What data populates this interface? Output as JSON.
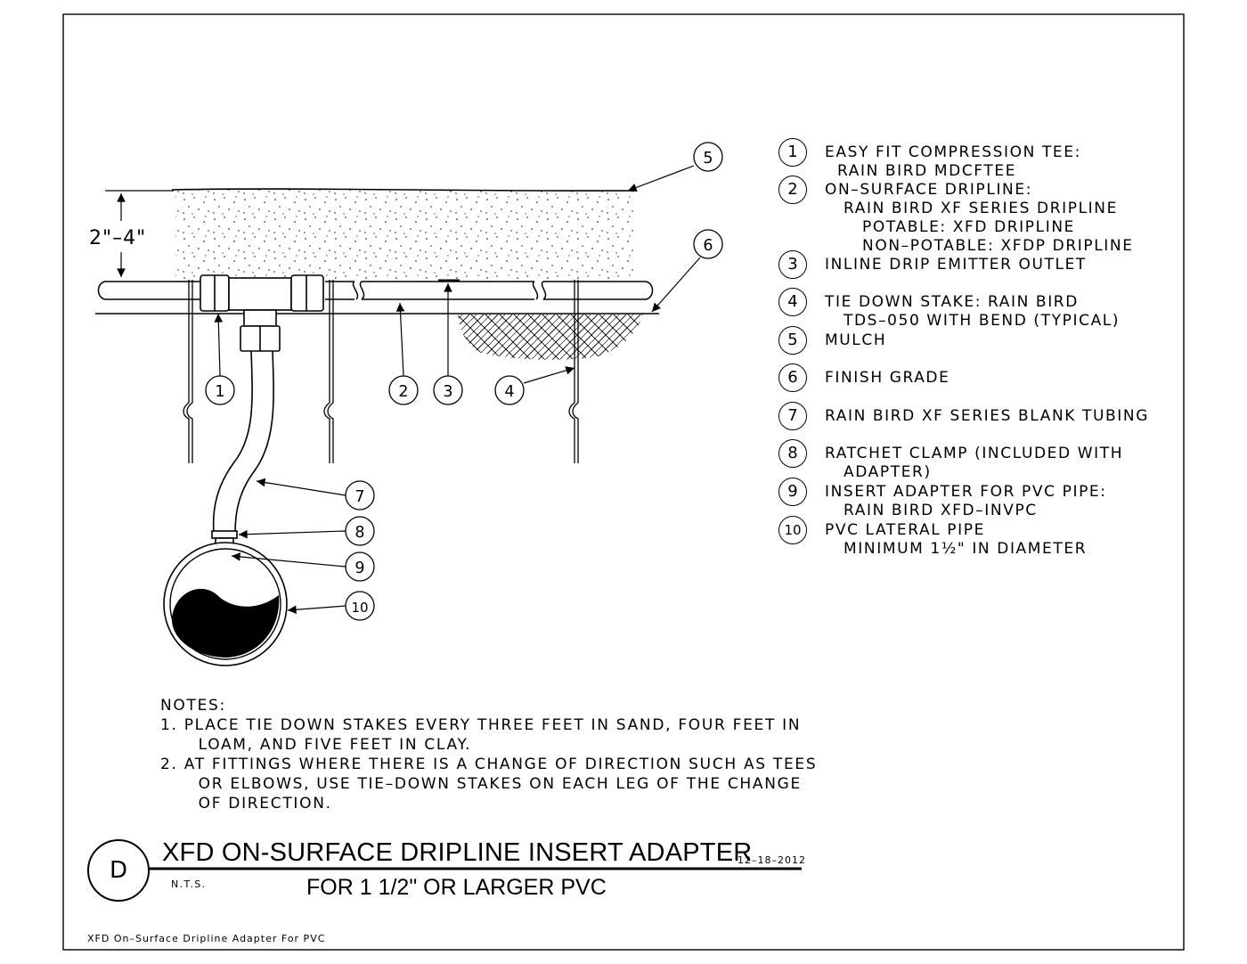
{
  "drawing": {
    "dimension_label": "2\"–4\"",
    "callouts": [
      "1",
      "2",
      "3",
      "4",
      "5",
      "6",
      "7",
      "8",
      "9",
      "10"
    ]
  },
  "legend": [
    {
      "num": "1",
      "text": "EASY FIT COMPRESSION TEE:\n  RAIN BIRD MDCFTEE"
    },
    {
      "num": "2",
      "text": "ON–SURFACE DRIPLINE:\n   RAIN BIRD XF SERIES DRIPLINE\n      POTABLE: XFD DRIPLINE\n      NON–POTABLE: XFDP DRIPLINE"
    },
    {
      "num": "3",
      "text": "INLINE DRIP EMITTER OUTLET"
    },
    {
      "num": "4",
      "text": "TIE DOWN STAKE: RAIN BIRD\n   TDS–050 WITH BEND (TYPICAL)"
    },
    {
      "num": "5",
      "text": "MULCH"
    },
    {
      "num": "6",
      "text": "FINISH GRADE"
    },
    {
      "num": "7",
      "text": "RAIN BIRD XF SERIES BLANK TUBING"
    },
    {
      "num": "8",
      "text": "RATCHET CLAMP (INCLUDED WITH\n   ADAPTER)"
    },
    {
      "num": "9",
      "text": "INSERT ADAPTER FOR PVC PIPE:\n   RAIN BIRD XFD–INVPC"
    },
    {
      "num": "10",
      "text": "PVC LATERAL PIPE\n   MINIMUM 1½\" IN DIAMETER"
    }
  ],
  "notes": {
    "heading": "NOTES:",
    "items": [
      "1. PLACE TIE DOWN STAKES EVERY THREE FEET IN SAND, FOUR FEET IN\n      LOAM, AND FIVE FEET IN CLAY.",
      "2. AT FITTINGS WHERE THERE IS A CHANGE OF DIRECTION SUCH AS TEES\n      OR ELBOWS, USE TIE–DOWN STAKES ON EACH LEG OF THE CHANGE\n      OF DIRECTION."
    ]
  },
  "title_block": {
    "detail_letter": "D",
    "title_line1": "XFD ON-SURFACE DRIPLINE INSERT ADAPTER",
    "title_line2": "FOR 1 1/2\" OR LARGER PVC",
    "date": "12–18–2012",
    "scale": "N.T.S."
  },
  "footer": "XFD On–Surface Dripline Adapter For PVC"
}
